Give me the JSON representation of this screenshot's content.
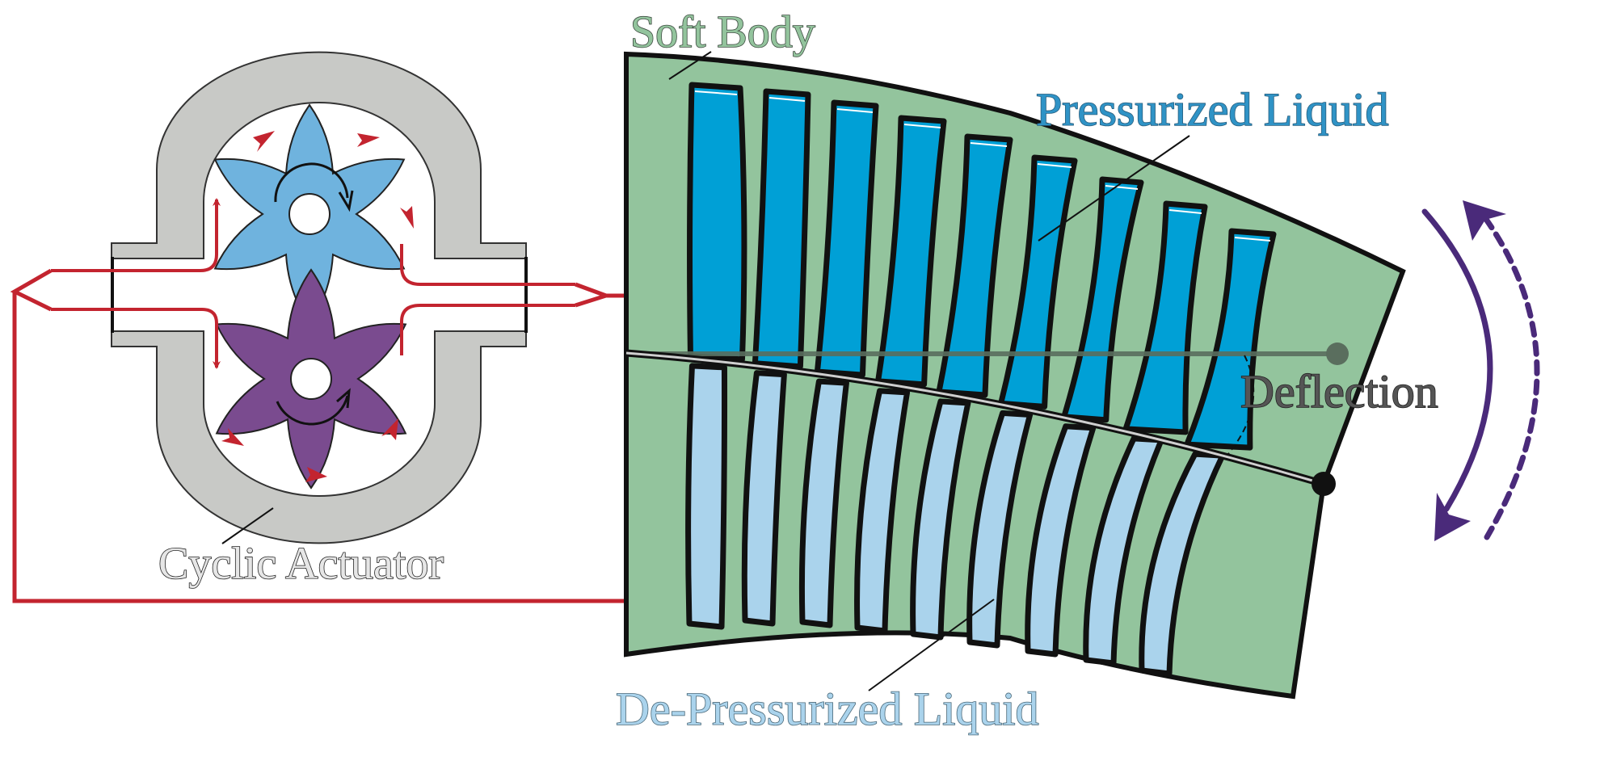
{
  "diagram": {
    "title_hidden": "Soft actuator driven by cyclic pump",
    "labels": {
      "soft_body": "Soft Body",
      "pressurized_liquid": "Pressurized Liquid",
      "depressurized_liquid": "De-Pressurized Liquid",
      "deflection": "Deflection",
      "cyclic_actuator": "Cyclic Actuator"
    },
    "colors": {
      "soft_body_fill": "#93c49d",
      "soft_body_label": "#93c49d",
      "pressurized_fill": "#00a0d6",
      "pressurized_label": "#2f93c6",
      "depressurized_fill": "#aad3ec",
      "depressurized_label": "#aad3ec",
      "pump_housing": "#c8c9c6",
      "gear_top": "#6fb3de",
      "gear_bottom": "#7a4b8f",
      "flow_red": "#c3242f",
      "bend_arrow_purple": "#4a2a7a",
      "deflection_label": "#444444",
      "outline": "#111111"
    },
    "chamber_count": 9,
    "gear_teeth": 6
  }
}
